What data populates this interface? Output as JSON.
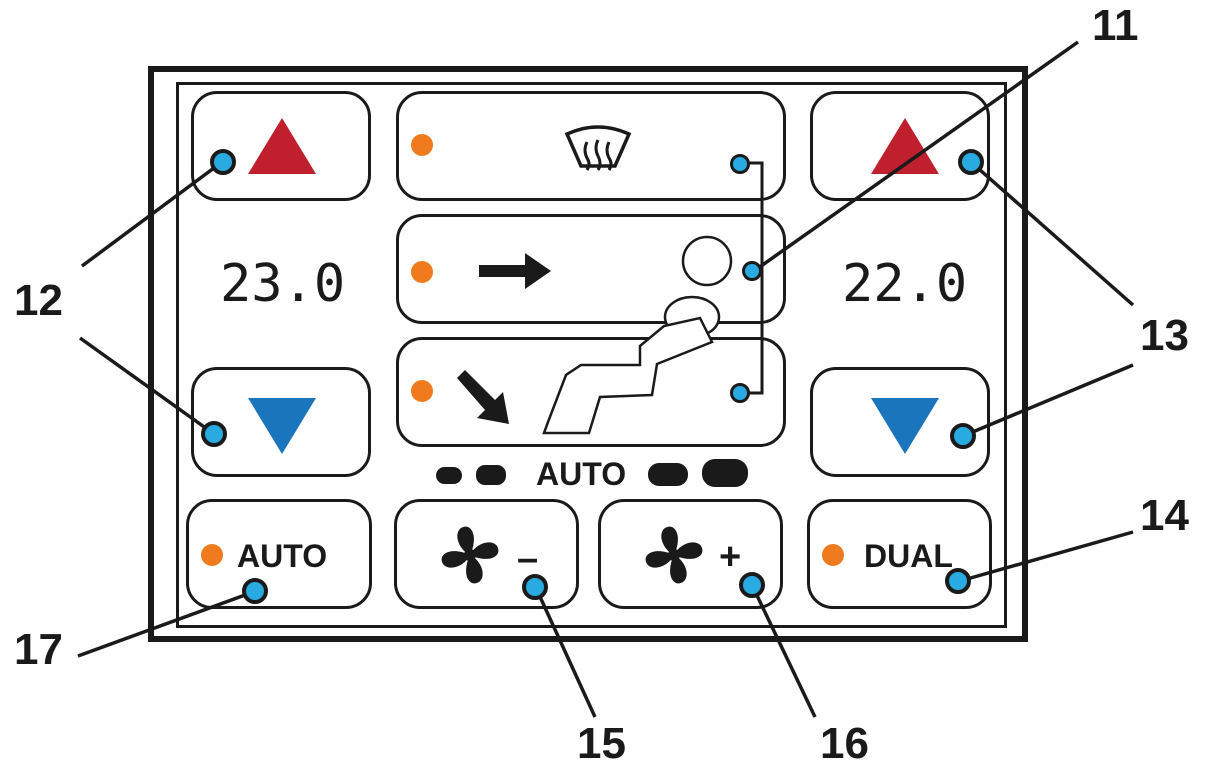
{
  "left_temperature": "23.0",
  "right_temperature": "22.0",
  "fan_speed_label": "AUTO",
  "auto_button_label": "AUTO",
  "dual_button_label": "DUAL",
  "fan_minus_symbol": "–",
  "fan_plus_symbol": "+",
  "callouts": {
    "c11": "11",
    "c12": "12",
    "c13": "13",
    "c14": "14",
    "c15": "15",
    "c16": "16",
    "c17": "17"
  },
  "colors": {
    "up_arrow": "#c0202e",
    "down_arrow": "#1b75bc",
    "led": "#f07b1e",
    "callout_dot": "#29abe2"
  },
  "icons": [
    "windshield-defrost-icon",
    "air-face-arrow-icon",
    "air-feet-arrow-icon",
    "seat-occupant-icon",
    "fan-icon"
  ]
}
